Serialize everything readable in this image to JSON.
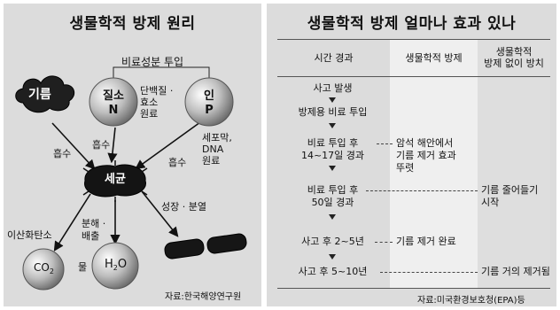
{
  "left": {
    "title": "생물학적 방제 원리",
    "oil": "기름",
    "nitrogen_line1": "질소",
    "nitrogen_line2": "N",
    "phosphorus_line1": "인",
    "phosphorus_line2": "P",
    "fertilizer_label": "비료성분 투입",
    "n_desc": [
      "단백질 ·",
      "효소",
      "원료"
    ],
    "p_desc": [
      "세포막,",
      "DNA",
      "원료"
    ],
    "absorb1": "흡수",
    "absorb2": "흡수",
    "absorb3": "흡수",
    "bacteria": "세균",
    "growth": "성장 · 분열",
    "decompose": [
      "분해 ·",
      "배출"
    ],
    "co2_label": "이산화탄소",
    "co2_main": "CO",
    "co2_sub": "2",
    "water_label": "물",
    "h2o_h": "H",
    "h2o_sub": "2",
    "h2o_o": "O",
    "source": "자료:한국해양연구원"
  },
  "right": {
    "title": "생물학적 방제 얼마나 효과 있나",
    "headers": [
      "시간 경과",
      "생물학적 방제",
      "생물학적\n방제 없이 방치"
    ],
    "steps": [
      "사고 발생",
      "방제용 비료 투입",
      "비료 투입 후\n14~17일 경과",
      "비료 투입 후\n50일 경과",
      "사고 후 2~5년",
      "사고 후 5~10년"
    ],
    "bio_notes": [
      "암석 해안에서\n기름 제거 효과\n뚜렷",
      "기름 제거 완료"
    ],
    "none_notes": [
      "기름 줄어들기\n시작",
      "기름 거의 제거됨"
    ],
    "source": "자료:미국환경보호청(EPA)등"
  }
}
